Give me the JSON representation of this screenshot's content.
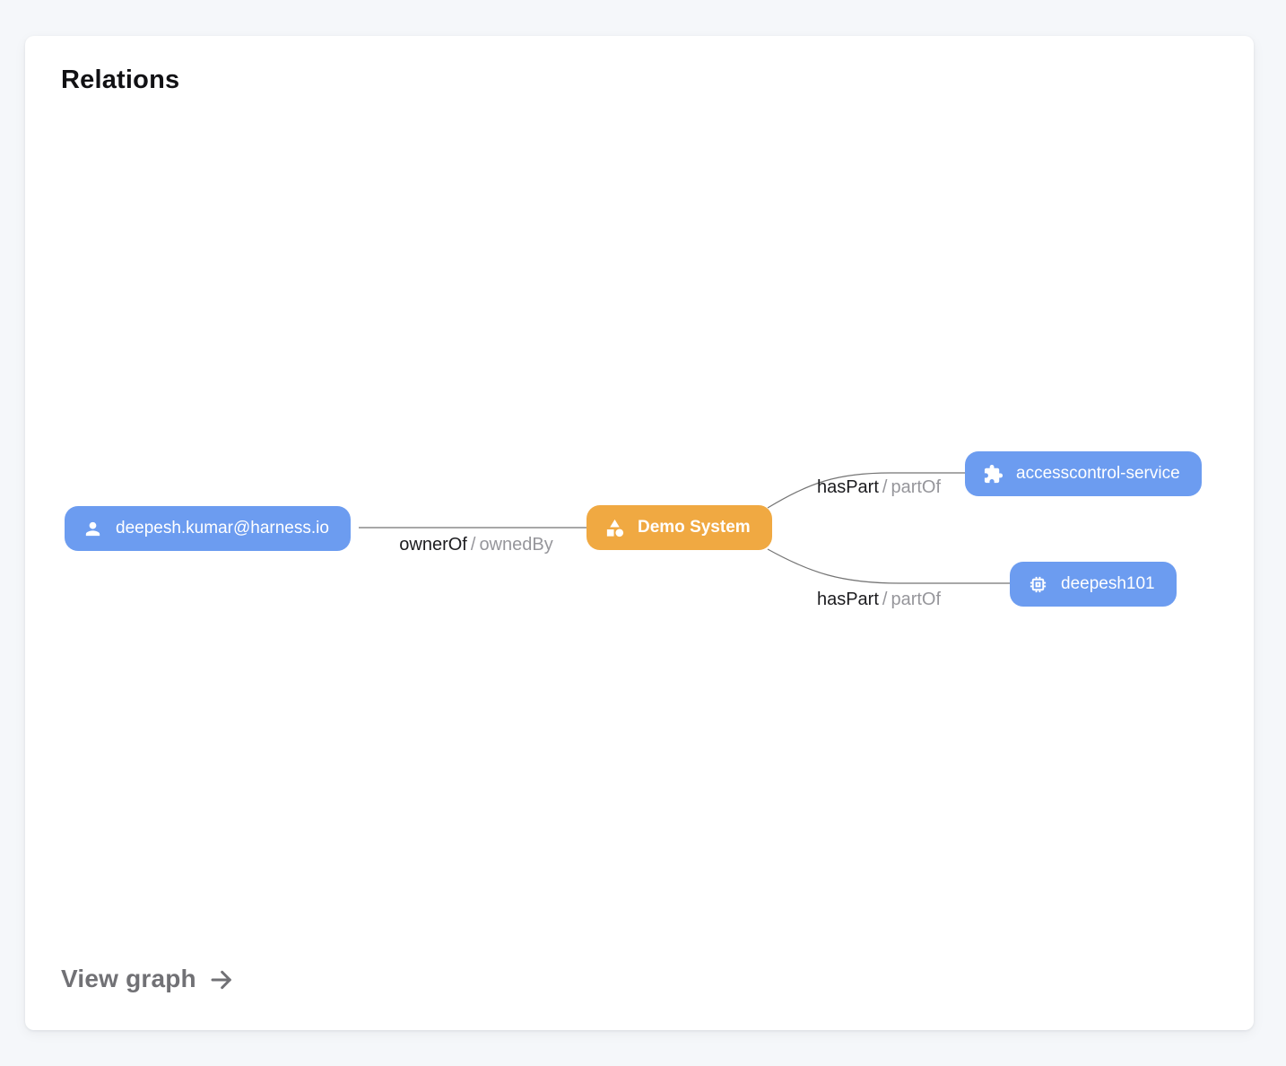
{
  "card": {
    "title": "Relations",
    "view_graph_label": "View graph"
  },
  "graph": {
    "nodes": [
      {
        "id": "user",
        "label": "deepesh.kumar@harness.io",
        "icon": "person-icon",
        "color": "#6c9cf0"
      },
      {
        "id": "system",
        "label": "Demo System",
        "icon": "category-icon",
        "color": "#f0a942"
      },
      {
        "id": "service",
        "label": "accesscontrol-service",
        "icon": "puzzle-icon",
        "color": "#6c9cf0"
      },
      {
        "id": "api",
        "label": "deepesh101",
        "icon": "chip-icon",
        "color": "#6c9cf0"
      }
    ],
    "edges": [
      {
        "from": "user",
        "to": "system",
        "label_primary": "ownerOf",
        "label_separator": "/",
        "label_secondary": "ownedBy"
      },
      {
        "from": "system",
        "to": "service",
        "label_primary": "hasPart",
        "label_separator": "/",
        "label_secondary": "partOf"
      },
      {
        "from": "system",
        "to": "api",
        "label_primary": "hasPart",
        "label_separator": "/",
        "label_secondary": "partOf"
      }
    ]
  },
  "colors": {
    "page_background": "#f5f7fa",
    "card_background": "#ffffff",
    "node_blue": "#6c9cf0",
    "node_orange": "#f0a942",
    "edge_line": "#757575",
    "edge_label_primary": "#1c1c1f",
    "edge_label_secondary": "#96969b",
    "view_graph_text": "#717175"
  }
}
